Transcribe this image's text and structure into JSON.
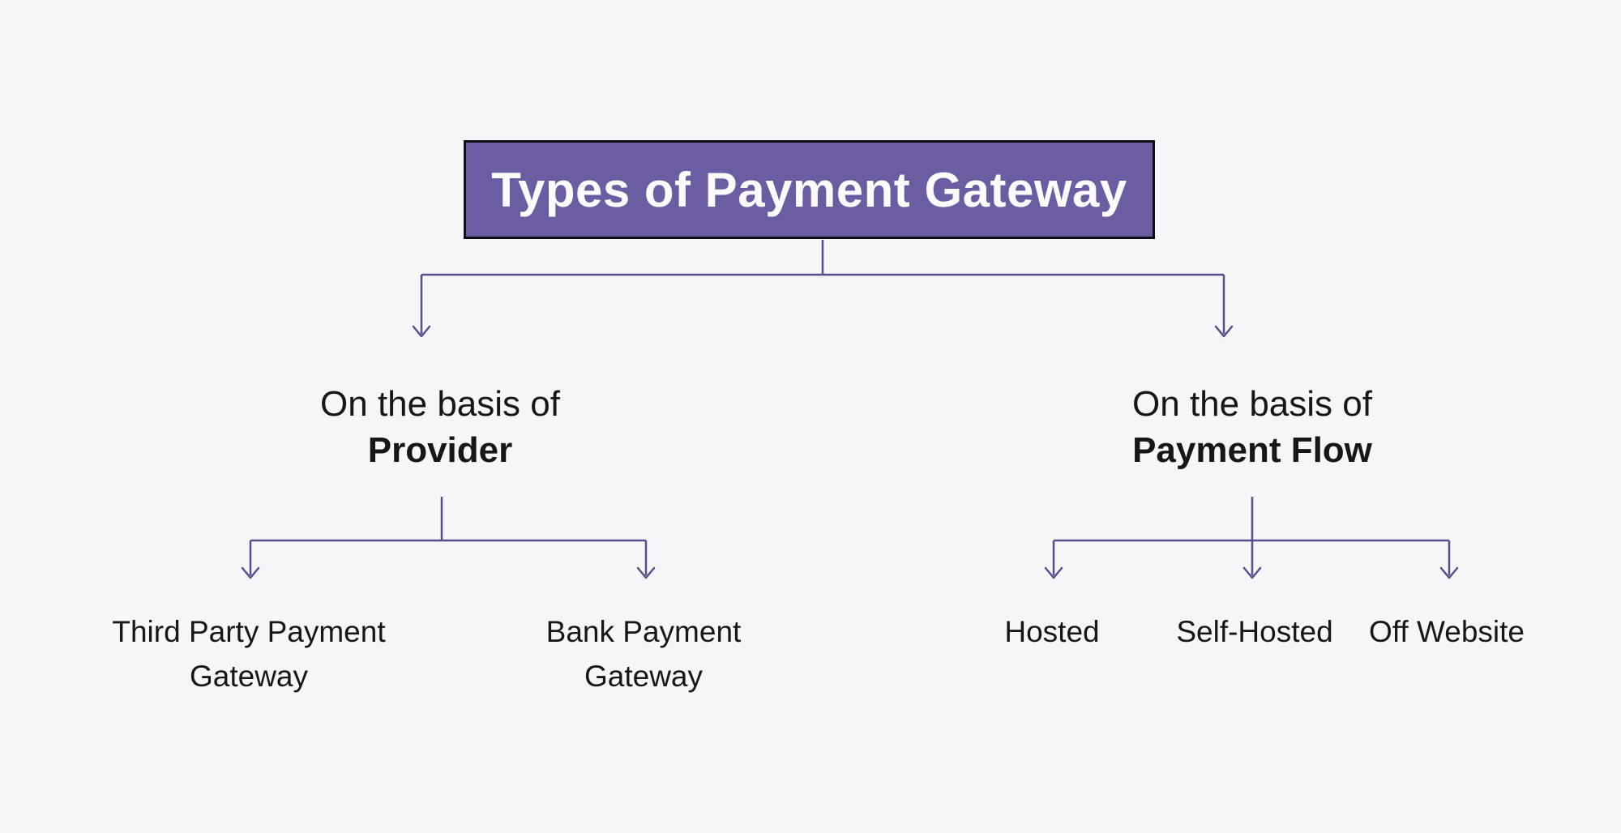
{
  "colors": {
    "background": "#f6f6f9",
    "title_box_fill": "#6c5da3",
    "title_box_border": "#100c18",
    "title_text": "#fbfafc",
    "connector": "#5a4d8a",
    "label_text": "#17171b"
  },
  "diagram": {
    "title": "Types of Payment Gateway",
    "branch_provider": {
      "prefix": "On the basis of",
      "name": "Provider",
      "children": {
        "third_party": {
          "line1": "Third Party Payment",
          "line2": "Gateway"
        },
        "bank": {
          "line1": "Bank Payment",
          "line2": "Gateway"
        }
      }
    },
    "branch_payment_flow": {
      "prefix": "On the basis of",
      "name": "Payment Flow",
      "children": {
        "hosted": "Hosted",
        "self_hosted": "Self-Hosted",
        "off_website": "Off Website"
      }
    }
  }
}
